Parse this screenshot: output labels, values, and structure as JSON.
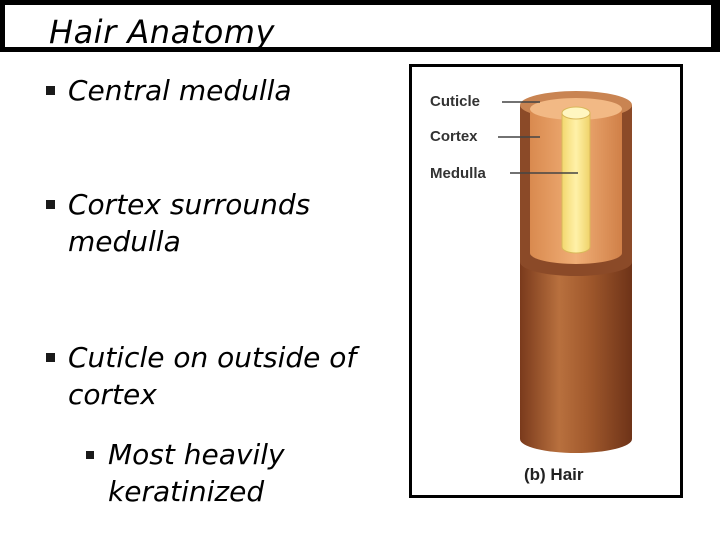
{
  "slide": {
    "title": "Hair Anatomy",
    "bullets": {
      "central": "Central medulla",
      "cortex": "Cortex surrounds medulla",
      "cuticle": "Cuticle on outside of cortex",
      "keratin": "Most heavily keratinized"
    }
  },
  "figure": {
    "labels": {
      "cuticle": "Cuticle",
      "cortex": "Cortex",
      "medulla": "Medulla"
    },
    "caption": "(b) Hair",
    "colors": {
      "cuticle": "#a0522d",
      "cortex": "#e8a36a",
      "medulla": "#fbe98f"
    }
  }
}
